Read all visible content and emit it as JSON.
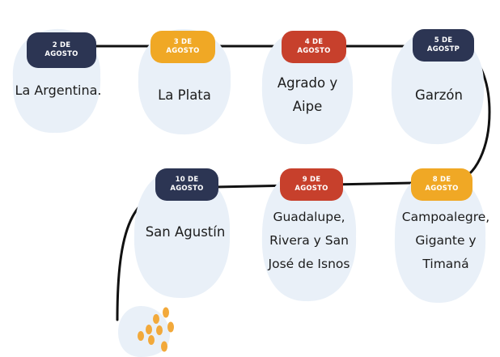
{
  "stops": [
    {
      "date_line1": "2 DE",
      "date_line2": "AGOSTO",
      "place": "La Argentina.",
      "color": "#2c3553"
    },
    {
      "date_line1": "3 DE",
      "date_line2": "AGOSTO",
      "place": "La Plata",
      "color": "#f0a825"
    },
    {
      "date_line1": "4 DE",
      "date_line2": "AGOSTO",
      "place": "Agrado y Aipe",
      "color": "#c7402c"
    },
    {
      "date_line1": "5 DE",
      "date_line2": "AGOSTP",
      "place": "Garzón",
      "color": "#2c3553"
    },
    {
      "date_line1": "10 DE",
      "date_line2": "AGOSTO",
      "place": "San Agustín",
      "color": "#2c3553"
    },
    {
      "date_line1": "9 DE",
      "date_line2": "AGOSTO",
      "place": "Guadalupe, Rivera y San José de Isnos",
      "color": "#c7402c"
    },
    {
      "date_line1": "8 DE",
      "date_line2": "AGOSTO",
      "place": "Campoalegre, Gigante y Timaná",
      "color": "#f0a825"
    }
  ],
  "colors": {
    "blob_fill": "#e9f0f8",
    "connector": "#111111",
    "seed_accent": "#f2a93b"
  }
}
